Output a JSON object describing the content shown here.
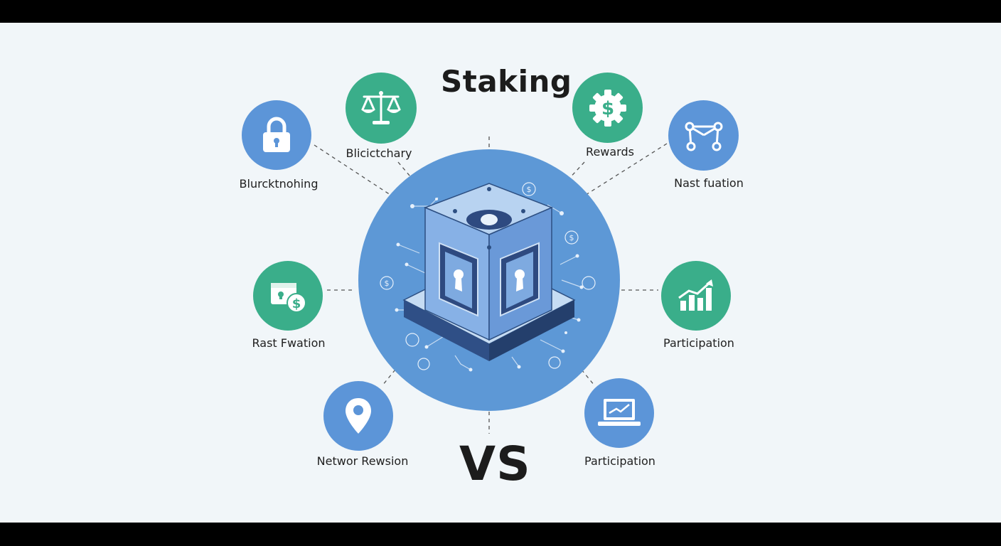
{
  "title": "Staking",
  "footer_title": "VS",
  "colors": {
    "green": "#3aae8a",
    "blue": "#5c95d8",
    "hub": "#5d98d6",
    "background": "#f1f6f9"
  },
  "nodes": [
    {
      "id": "top-left-1",
      "label": "Blurcktnohing",
      "icon": "lock-icon",
      "color": "blue"
    },
    {
      "id": "top-left-2",
      "label": "Blicictchary",
      "icon": "balance-scale-icon",
      "color": "green"
    },
    {
      "id": "top-right-1",
      "label": "Rewards",
      "icon": "dollar-gear-icon",
      "color": "green"
    },
    {
      "id": "top-right-2",
      "label": "Nast fuation",
      "icon": "network-nodes-icon",
      "color": "blue"
    },
    {
      "id": "middle-left",
      "label": "Rast Fwation",
      "icon": "wallet-dollar-icon",
      "color": "green"
    },
    {
      "id": "middle-right",
      "label": "Participation",
      "icon": "growth-chart-icon",
      "color": "green"
    },
    {
      "id": "bottom-left",
      "label": "Networ Rewsion",
      "icon": "location-pin-icon",
      "color": "blue"
    },
    {
      "id": "bottom-right",
      "label": "Participation",
      "icon": "laptop-chart-icon",
      "color": "blue"
    }
  ],
  "hub": {
    "icon": "secure-cube-icon"
  }
}
